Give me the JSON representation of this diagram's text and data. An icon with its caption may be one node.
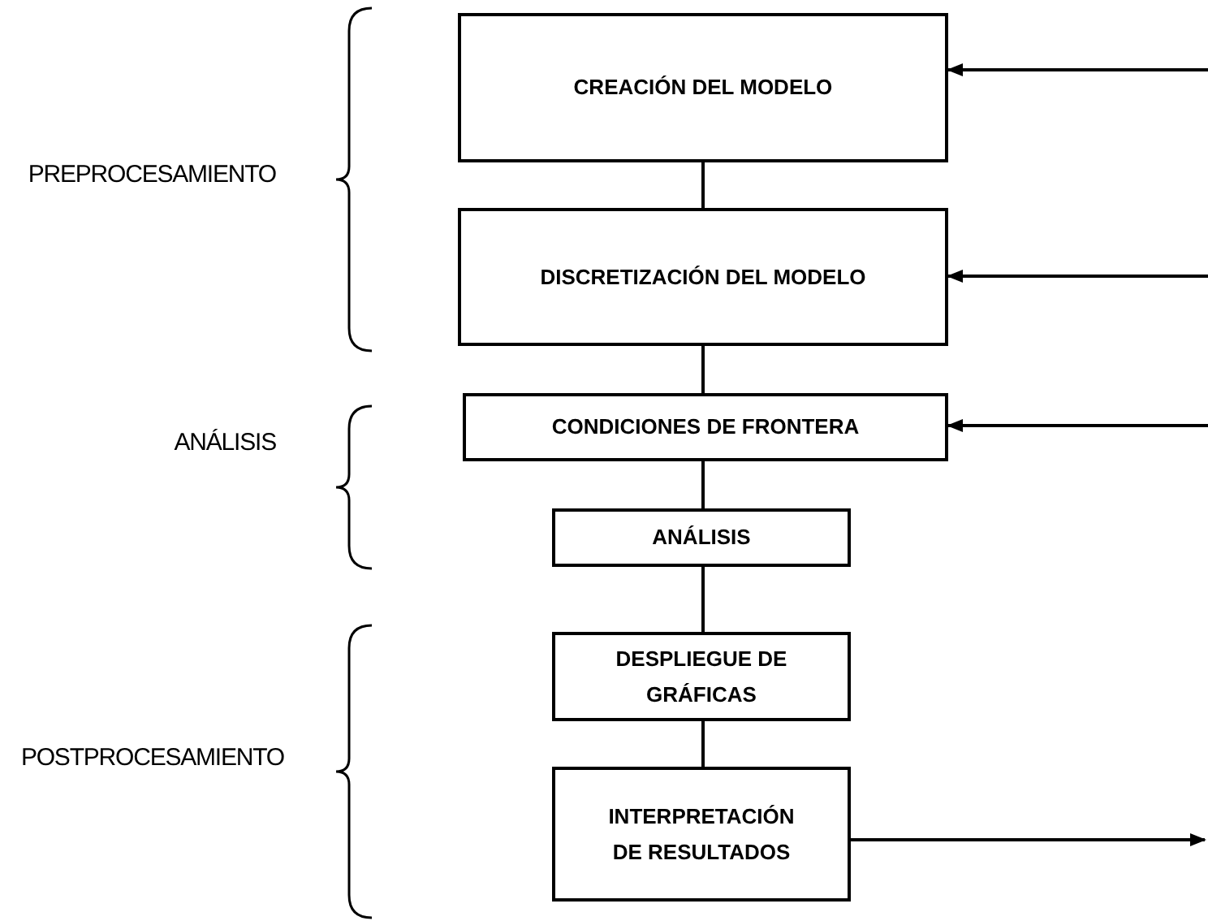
{
  "diagram": {
    "nodes": [
      {
        "text": [
          "CREACIÓN DEL MODELO"
        ]
      },
      {
        "text": [
          "DISCRETIZACIÓN DEL MODELO"
        ]
      },
      {
        "text": [
          "CONDICIONES DE FRONTERA"
        ]
      },
      {
        "text": [
          "ANÁLISIS"
        ]
      },
      {
        "text": [
          "DESPLIEGUE DE GRÁFICAS"
        ]
      },
      {
        "text": [
          "INTERPRETACIÓN DE RESULTADOS"
        ]
      }
    ],
    "edges": [
      {
        "from": 0,
        "to": 1,
        "arrow": "none"
      },
      {
        "from": 1,
        "to": 2,
        "arrow": "none"
      },
      {
        "from": 2,
        "to": 3,
        "arrow": "none"
      },
      {
        "from": 3,
        "to": 4,
        "arrow": "none"
      },
      {
        "from": 4,
        "to": 5,
        "arrow": "none"
      },
      {
        "from": null,
        "to": 0,
        "arrow": "to"
      },
      {
        "from": null,
        "to": 1,
        "arrow": "to"
      },
      {
        "from": null,
        "to": 2,
        "arrow": "to"
      },
      {
        "from": 5,
        "to": null,
        "arrow": "to"
      }
    ],
    "labels": [
      "PREPROCESAMIENTO",
      "ANÁLISIS",
      "POSTPROCESAMIENTO"
    ]
  }
}
